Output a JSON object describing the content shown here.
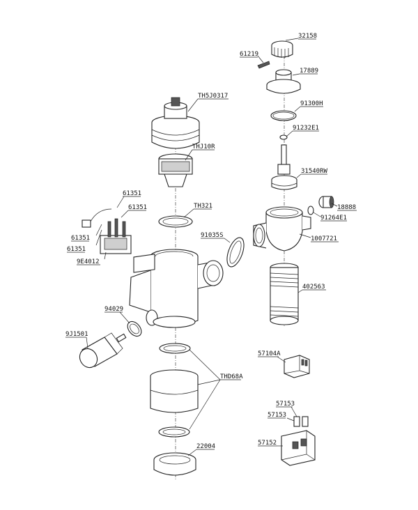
{
  "labels": {
    "p32158": "32158",
    "p61219": "61219",
    "p17889": "17889",
    "p91300H": "91300H",
    "p91232E1": "91232E1",
    "p31540RW": "31540RW",
    "p18888": "18888",
    "p91264E1": "91264E1",
    "p1007721": "1007721",
    "p402563": "402563",
    "pTH5J0317": "TH5J0317",
    "pTHJ10R": "THJ10R",
    "pTH321": "TH321",
    "p91035S": "91035S",
    "p61351a": "61351",
    "p61351b": "61351",
    "p61351c": "61351",
    "p61351d": "61351",
    "p9E4012": "9E4012",
    "p94029": "94029",
    "p9J1501": "9J1501",
    "pTHD68A": "THD68A",
    "p22004": "22004",
    "p57104A": "57104A",
    "p57153a": "57153",
    "p57153b": "57153",
    "p57152": "57152"
  }
}
